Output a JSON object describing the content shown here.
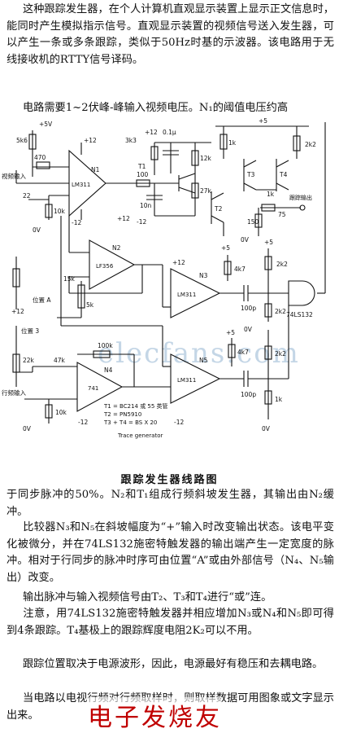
{
  "text": {
    "p1": "这种跟踪发生器，在个人计算机直观显示装置上显示正文信息时，能同时产生模拟指示信号。直观显示装置的视频信号送入发生器，可以产生一条或多条跟踪，类似于50Hz时基的示波器。该电路用于无线接收机的RTTY信号译码。",
    "p2": "电路需要1~2伏峰-峰输入视频电压。N₁的阈值电压约高",
    "caption": "跟踪发生器线路图",
    "p3": "于同步脉冲的50%。N₂和T₁组成行频斜坡发生器，其输出由N₂缓冲。",
    "p4": "比较器N₃和N₅在斜坡幅度为“+”输入时改变输出状态。该电平变化被微分，并在74LS132施密特触发器的输出端产生一定宽度的脉冲。相对于行同步的脉冲时序可由位置“A”或由外部信号（N₄、N₅输出）改变。",
    "p5": "输出脉冲与输入视频信号由T₂、T₃和T₄进行“或”连。",
    "p6": "注意，用74LS132施密特触发器并相应增加N₃或N₄和N₅即可得到4条跟踪。T₄基极上的跟踪辉度电阻2K₂可以不用。",
    "p7": "跟踪位置取决于电源波形，因此，电源最好有稳压和去耦电路。",
    "p8": "当电路以电视行频对行频取样时，则取样数据可用图象或文字显示出来。",
    "watermark": "elecfans.com",
    "brand": "电子发烧友"
  },
  "circuit": {
    "labels": {
      "v5_top": "+5V",
      "r5k6": "5k6",
      "r470": "470",
      "video_in": "视频输入",
      "n1_chip": "LM311",
      "n1_tag": "N1",
      "plus12_a": "+12",
      "minus12_a": "-12",
      "r10k_a": "10k",
      "r22_a": "22",
      "v0_a": "0V",
      "r3k3": "3k3",
      "plus12_b": "+12",
      "c01u": "0.1μ",
      "r12k": "12k",
      "t1": "T1",
      "r100": "100",
      "r27k": "27k",
      "c10n": "10n",
      "minus12_b": "-12",
      "plus5_c": "+5",
      "r1k": "1k",
      "r2k2_a": "2k2",
      "t3": "T3",
      "t4": "T4",
      "t2": "T2",
      "r1k_b": "1k",
      "trace_out": "跟踪输出",
      "r75": "75",
      "r150": "150",
      "v0_b": "0V",
      "plus12_c": "+12",
      "n2_chip": "LF356",
      "n2_tag": "N2",
      "r15k": "15k",
      "pos_a": "位置 A",
      "r5k": "5k",
      "plus12_d": "+12",
      "n3_chip": "LM311",
      "n3_tag": "N3",
      "plus5_d": "+5",
      "r4k7_a": "4k7",
      "r2k2_b": "2k2",
      "plus5_e": "+5",
      "c100p_a": "100p",
      "chip74": "74LS132",
      "r2k2_c": "2k2",
      "v0_c": "0V",
      "plus12_e": "+12",
      "pos3": "位置 3",
      "r22k": "22k",
      "r100k": "100k",
      "n4_chip": "741",
      "n4_tag": "N4",
      "line_sync": "行频输入",
      "r10k_b": "10k",
      "r47k": "47k",
      "n5_chip": "LM311",
      "n5_tag": "N5",
      "plus5_f": "+5",
      "r4k7_b": "4k7",
      "c100p_b": "100p",
      "r2k2_d": "2k2",
      "r1k_c": "1k",
      "minus12_c": "-12",
      "minus12_d": "-12",
      "v0_d": "0V",
      "v0_e": "0V",
      "t1_part": "T1 = BC214 或 55 类管",
      "t2_part": "T2 = PN5910",
      "t34_part": "T3 + T4 = BS X 20",
      "trace_gen": "Trace generator"
    }
  }
}
